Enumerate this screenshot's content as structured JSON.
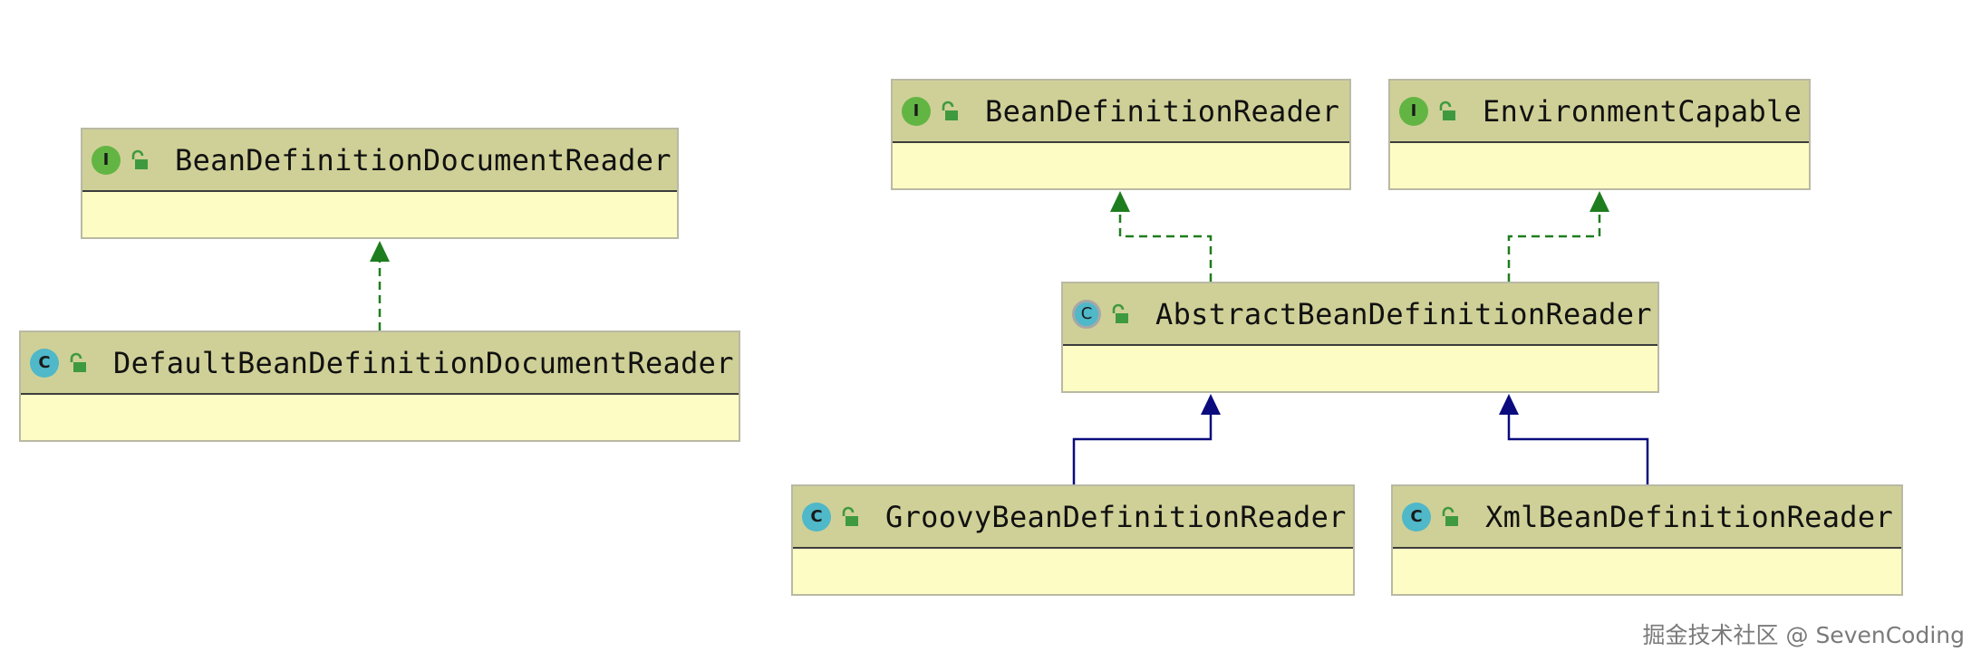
{
  "diagram": {
    "nodes": [
      {
        "id": "bddr",
        "kind": "interface",
        "kind_letter": "I",
        "name": "BeanDefinitionDocumentReader"
      },
      {
        "id": "dbddr",
        "kind": "class",
        "kind_letter": "C",
        "name": "DefaultBeanDefinitionDocumentReader"
      },
      {
        "id": "bdr",
        "kind": "interface",
        "kind_letter": "I",
        "name": "BeanDefinitionReader"
      },
      {
        "id": "ec",
        "kind": "interface",
        "kind_letter": "I",
        "name": "EnvironmentCapable"
      },
      {
        "id": "abdr",
        "kind": "abstract-class",
        "kind_letter": "C",
        "name": "AbstractBeanDefinitionReader"
      },
      {
        "id": "gbdr",
        "kind": "class",
        "kind_letter": "C",
        "name": "GroovyBeanDefinitionReader"
      },
      {
        "id": "xbdr",
        "kind": "class",
        "kind_letter": "C",
        "name": "XmlBeanDefinitionReader"
      }
    ],
    "edges": [
      {
        "from": "DefaultBeanDefinitionDocumentReader",
        "to": "BeanDefinitionDocumentReader",
        "type": "implements"
      },
      {
        "from": "AbstractBeanDefinitionReader",
        "to": "BeanDefinitionReader",
        "type": "implements"
      },
      {
        "from": "AbstractBeanDefinitionReader",
        "to": "EnvironmentCapable",
        "type": "implements"
      },
      {
        "from": "GroovyBeanDefinitionReader",
        "to": "AbstractBeanDefinitionReader",
        "type": "extends"
      },
      {
        "from": "XmlBeanDefinitionReader",
        "to": "AbstractBeanDefinitionReader",
        "type": "extends"
      }
    ],
    "colors": {
      "header": "#cfd097",
      "body": "#fdfcc4",
      "implements_edge": "#1e7d1e",
      "extends_edge": "#0b0b7d",
      "interface_badge": "#62b543",
      "class_badge": "#4fb8c9"
    }
  },
  "watermark": "掘金技术社区 @ SevenCoding"
}
